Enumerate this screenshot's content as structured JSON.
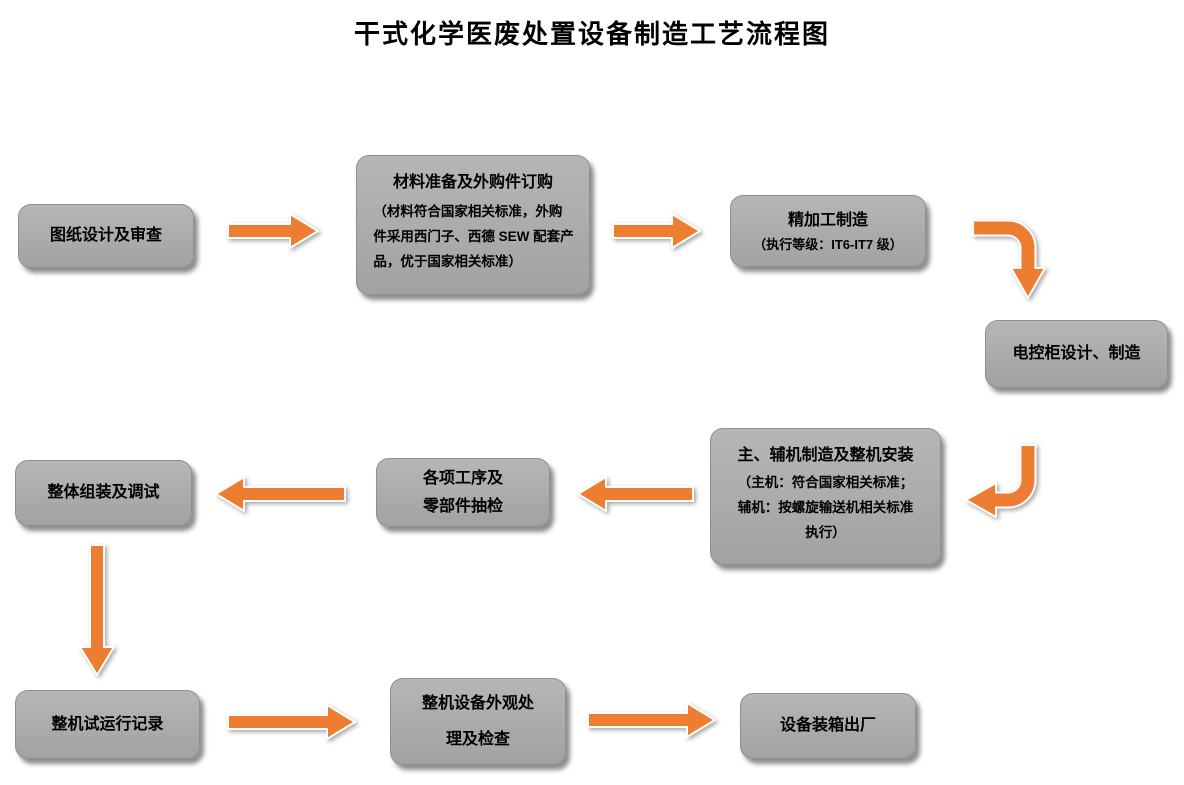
{
  "title": "干式化学医废处置设备制造工艺流程图",
  "colors": {
    "arrow": "#ED7D31",
    "box_top": "#B6B6B6",
    "box_bottom": "#A2A2A2",
    "text": "#000000",
    "background": "#FFFFFF"
  },
  "nodes": [
    {
      "title": "图纸设计及审查",
      "subtitle": ""
    },
    {
      "title": "材料准备及外购件订购",
      "subtitle": "（材料符合国家相关标准，外购\n件采用西门子、西德 SEW 配套产\n品，优于国家相关标准）"
    },
    {
      "title": "精加工制造",
      "subtitle": "（执行等级：IT6-IT7 级）"
    },
    {
      "title": "电控柜设计、制造",
      "subtitle": ""
    },
    {
      "title": "主、辅机制造及整机安装",
      "subtitle": "（主机：符合国家相关标准；\n辅机：按螺旋输送机相关标准\n执行）"
    },
    {
      "title": "各项工序及\n零部件抽检",
      "subtitle": ""
    },
    {
      "title": "整体组装及调试",
      "subtitle": ""
    },
    {
      "title": "整机试运行记录",
      "subtitle": ""
    },
    {
      "title": "整机设备外观处\n理及检查",
      "subtitle": ""
    },
    {
      "title": "设备装箱出厂",
      "subtitle": ""
    }
  ],
  "edges": [
    {
      "from": "图纸设计及审查",
      "to": "材料准备及外购件订购"
    },
    {
      "from": "材料准备及外购件订购",
      "to": "精加工制造"
    },
    {
      "from": "精加工制造",
      "to": "电控柜设计、制造"
    },
    {
      "from": "电控柜设计、制造",
      "to": "主、辅机制造及整机安装"
    },
    {
      "from": "主、辅机制造及整机安装",
      "to": "各项工序及零部件抽检"
    },
    {
      "from": "各项工序及零部件抽检",
      "to": "整体组装及调试"
    },
    {
      "from": "整体组装及调试",
      "to": "整机试运行记录"
    },
    {
      "from": "整机试运行记录",
      "to": "整机设备外观处理及检查"
    },
    {
      "from": "整机设备外观处理及检查",
      "to": "设备装箱出厂"
    }
  ]
}
